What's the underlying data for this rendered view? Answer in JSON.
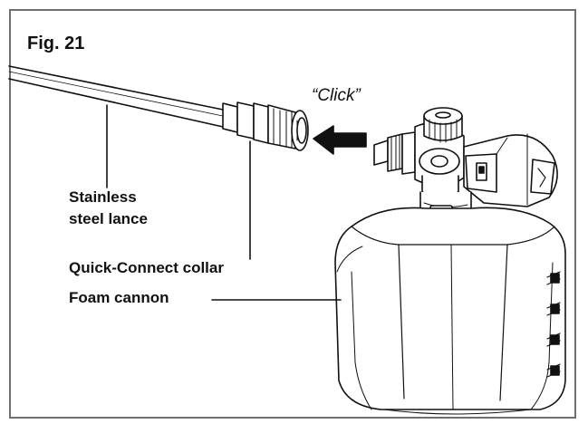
{
  "figure_label": "Fig. 21",
  "click_text": "“Click”",
  "labels": {
    "lance_line1": "Stainless",
    "lance_line2": "steel lance",
    "collar": "Quick-Connect collar",
    "foam_cannon": "Foam cannon"
  },
  "colors": {
    "frame": "#6f6f6f",
    "ink": "#111111",
    "fill": "#ffffff"
  }
}
